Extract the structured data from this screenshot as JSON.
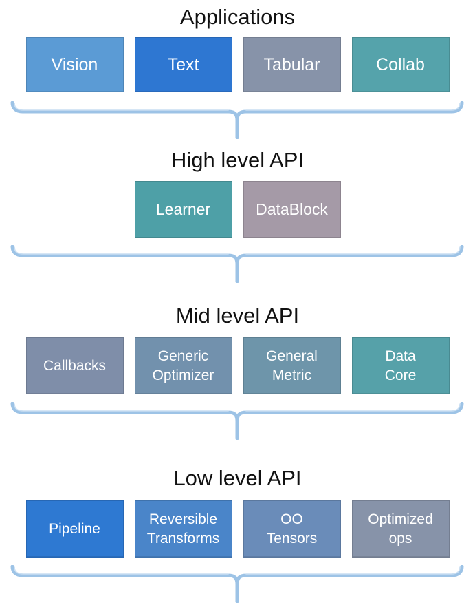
{
  "diagram": {
    "background": "#ffffff",
    "brace_color": "#9DC3E6",
    "brace_highlight": "#C9DEF2",
    "title_color": "#111111",
    "label_color": "#ffffff"
  },
  "sections": [
    {
      "title": "Applications",
      "boxes": [
        {
          "label": "Vision",
          "color": "#5B9BD5"
        },
        {
          "label": "Text",
          "color": "#2E77D2"
        },
        {
          "label": "Tabular",
          "color": "#8793A9"
        },
        {
          "label": "Collab",
          "color": "#55A3AB"
        }
      ]
    },
    {
      "title": "High level API",
      "boxes": [
        {
          "label": "Learner",
          "color": "#4EA0A7"
        },
        {
          "label": "DataBlock",
          "color": "#A59AA7"
        }
      ]
    },
    {
      "title": "Mid level API",
      "boxes": [
        {
          "label": "Callbacks",
          "color": "#7F8EA9"
        },
        {
          "label": "Generic\nOptimizer",
          "color": "#7291AD"
        },
        {
          "label": "General\nMetric",
          "color": "#6E95AA"
        },
        {
          "label": "Data\nCore",
          "color": "#56A1A9"
        }
      ]
    },
    {
      "title": "Low level API",
      "boxes": [
        {
          "label": "Pipeline",
          "color": "#2E79D2"
        },
        {
          "label": "Reversible\nTransforms",
          "color": "#4A85C9"
        },
        {
          "label": "OO\nTensors",
          "color": "#6A8CB9"
        },
        {
          "label": "Optimized\nops",
          "color": "#8793A9"
        }
      ]
    }
  ]
}
